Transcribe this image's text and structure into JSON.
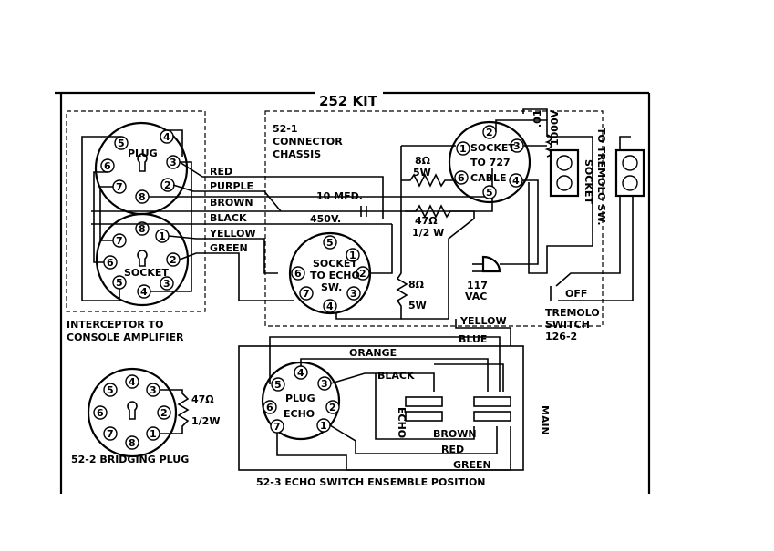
{
  "title": "252 KIT",
  "labels": {
    "connector_chassis": [
      "52-1",
      "CONNECTOR",
      "CHASSIS"
    ],
    "plug": "PLUG",
    "socket": "SOCKET",
    "interceptor": [
      "INTERCEPTOR TO",
      "CONSOLE AMPLIFIER"
    ],
    "socket_echo": [
      "SOCKET",
      "TO ECHO",
      "SW."
    ],
    "socket_727": [
      "SOCKET",
      "TO 727",
      "CABLE"
    ],
    "socket_tremolo": "SOCKET",
    "to_tremolo": "TO TREMOLO SW.",
    "tremolo_switch": [
      "TREMOLO",
      "SWITCH",
      "126-2"
    ],
    "off": "OFF",
    "vac": [
      "117",
      "VAC"
    ],
    "cap_10": "10 MFD.",
    "cap_450": "450V.",
    "cap_01": ".01",
    "cap_1000v": "1000V",
    "res_8_top": [
      "8Ω",
      "5W"
    ],
    "res_47_top": [
      "47Ω",
      "1/2 W"
    ],
    "res_8_low": [
      "8Ω",
      "5W"
    ],
    "res_47_bridge": [
      "47Ω",
      "1/2W"
    ],
    "bridging_plug": "52-2 BRIDGING PLUG",
    "echo_ensemble": "52-3 ECHO SWITCH ENSEMBLE POSITION",
    "plug_echo": [
      "PLUG",
      "ECHO"
    ],
    "echo_arrow": "ECHO",
    "main_arrow": "MAIN"
  },
  "wires": {
    "red": "RED",
    "purple": "PURPLE",
    "brown": "BROWN",
    "black": "BLACK",
    "yellow": "YELLOW",
    "green": "GREEN",
    "yellow2": "YELLOW",
    "blue": "BLUE",
    "orange": "ORANGE",
    "black2": "BLACK",
    "brown2": "BROWN",
    "red2": "RED",
    "green2": "GREEN"
  },
  "pins": {
    "p1": "1",
    "p2": "2",
    "p3": "3",
    "p4": "4",
    "p5": "5",
    "p6": "6",
    "p7": "7",
    "p8": "8"
  }
}
